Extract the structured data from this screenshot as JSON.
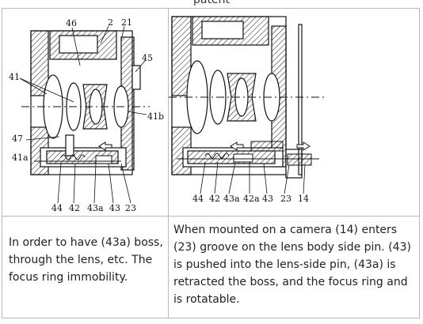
{
  "header": {
    "caption": "patent"
  },
  "figure_left": {
    "labels": [
      "46",
      "2",
      "21",
      "45",
      "41",
      "41b",
      "47",
      "41a",
      "44",
      "42",
      "43a",
      "43",
      "23"
    ]
  },
  "figure_right": {
    "labels": [
      "44",
      "42",
      "43a",
      "42a",
      "43",
      "23",
      "14"
    ]
  },
  "descriptions": {
    "left": "In order to have (43a) boss, through the lens, etc. The focus ring immobility.",
    "right": "When mounted on a camera (14) enters (23) groove on the lens body side pin. (43) is pushed into the lens-side pin, (43a) is retracted the boss, and the focus ring and is rotatable."
  }
}
